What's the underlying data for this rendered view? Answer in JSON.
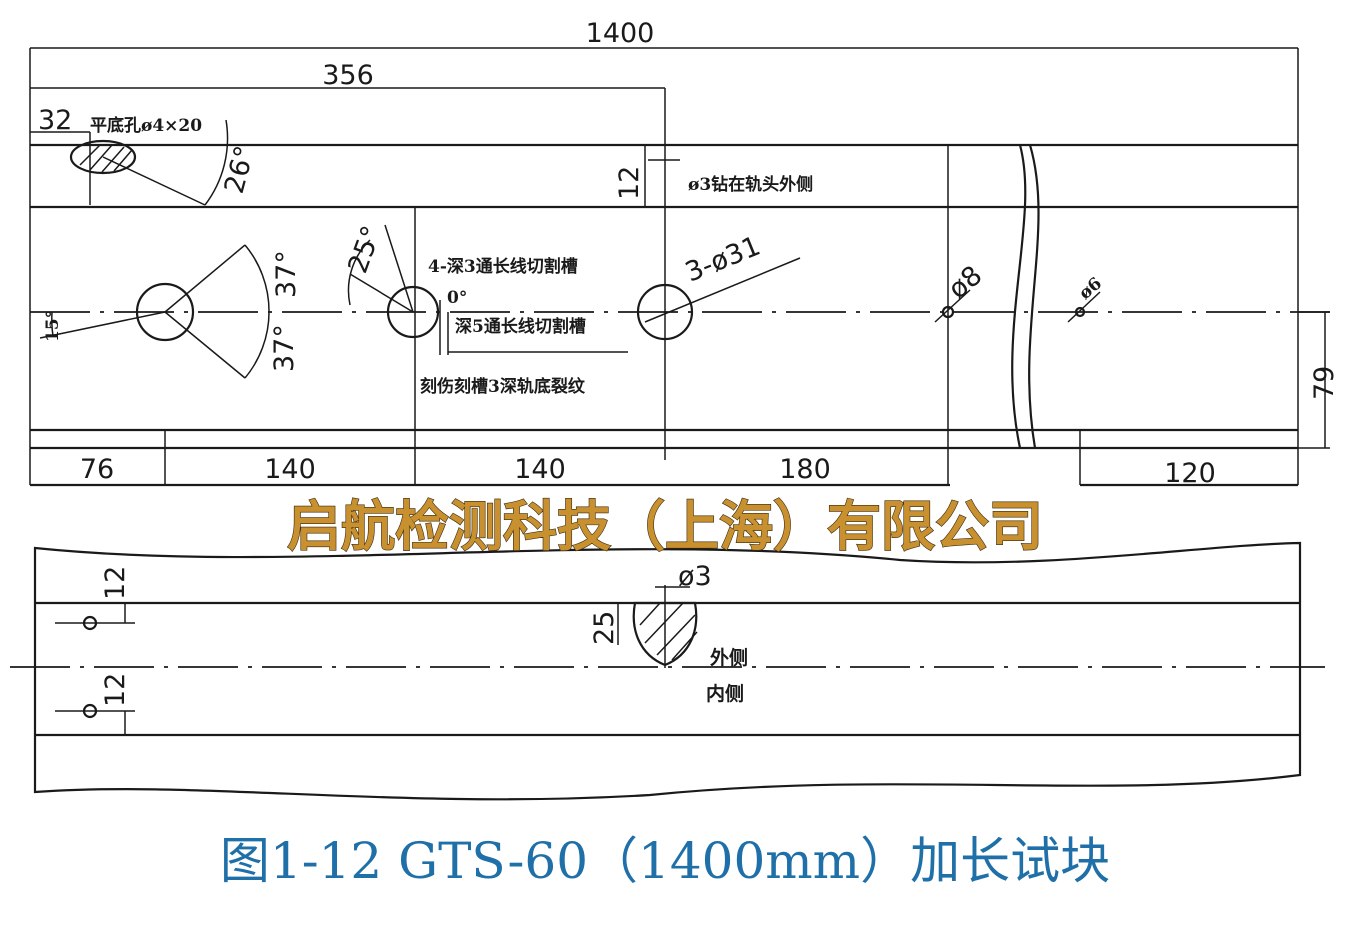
{
  "dimensions": {
    "overall_length": "1400",
    "first_hole_position": "356",
    "flat_hole_offset": "32",
    "flat_hole_angle": "26°",
    "drill_offset": "12",
    "angle_left_1": "37°",
    "angle_left_2": "37°",
    "angle_15": "15°",
    "angle_25": "25°",
    "angle_0": "0°",
    "height_79": "79",
    "seg_76": "76",
    "seg_140a": "140",
    "seg_140b": "140",
    "seg_180": "180",
    "seg_120": "120",
    "top_view_12a": "12",
    "top_view_12b": "12",
    "top_view_25": "25"
  },
  "annotations": {
    "flat_hole": "平底孔ø4×20",
    "drill_note": "ø3钻在轨头外侧",
    "slot_deep3": "4-深3通长线切割槽",
    "holes_31": "3-ø31",
    "hole_8": "ø8",
    "hole_6": "ø6",
    "slot_deep5": "深5通长线切割槽",
    "rail_bottom": "刻伤刻槽3深轨底裂纹",
    "top_hole": "ø3",
    "outer_side": "外侧",
    "inner_side": "内侧"
  },
  "watermark": "启航检测科技（上海）有限公司",
  "caption": "图1-12   GTS-60（1400mm）加长试块",
  "colors": {
    "line": "#1a1a1a",
    "watermark": "#c8902e",
    "caption": "#1f6fa8"
  }
}
